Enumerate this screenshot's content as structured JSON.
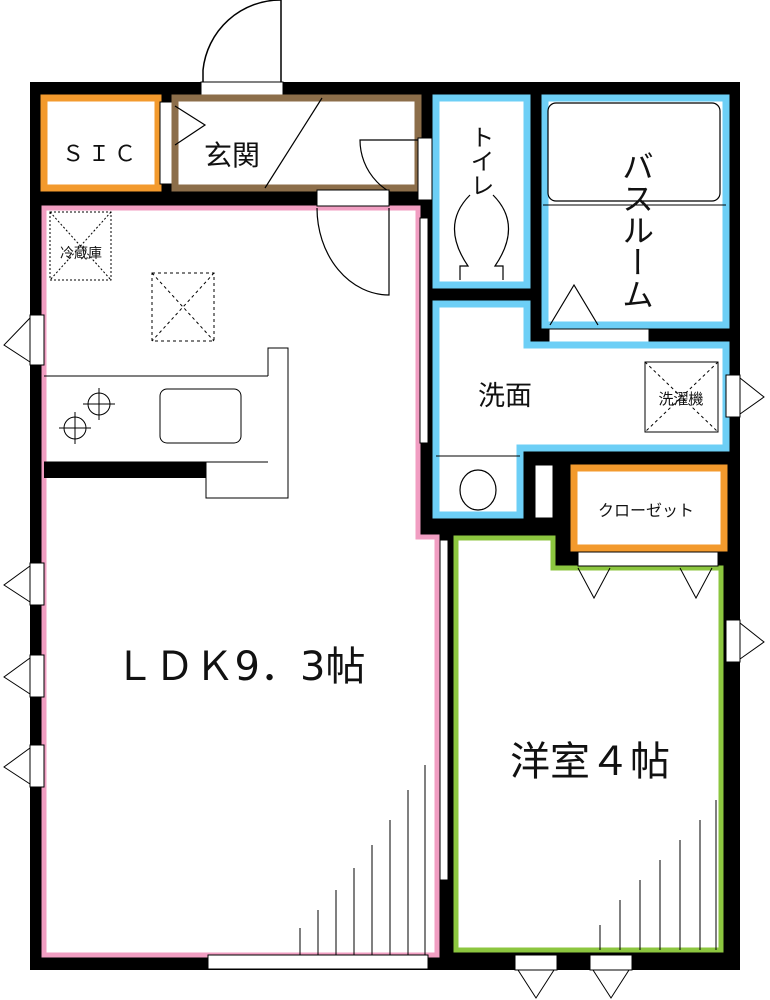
{
  "colors": {
    "wall": "#000000",
    "ldk": "#f19ec2",
    "storage": "#f39a2d",
    "entrance": "#8c6e4a",
    "water": "#6dcff6",
    "western": "#8cc63f"
  },
  "rooms": {
    "sic": "ＳＩＣ",
    "entrance": "玄関",
    "toilet": "トイレ",
    "bathroom": "バスルーム",
    "refrigerator": "冷蔵庫",
    "washroom": "洗面",
    "washing_machine": "洗濯機",
    "closet": "クローゼット",
    "ldk": "ＬＤＫ9．3帖",
    "western_room": "洋室４帖"
  }
}
